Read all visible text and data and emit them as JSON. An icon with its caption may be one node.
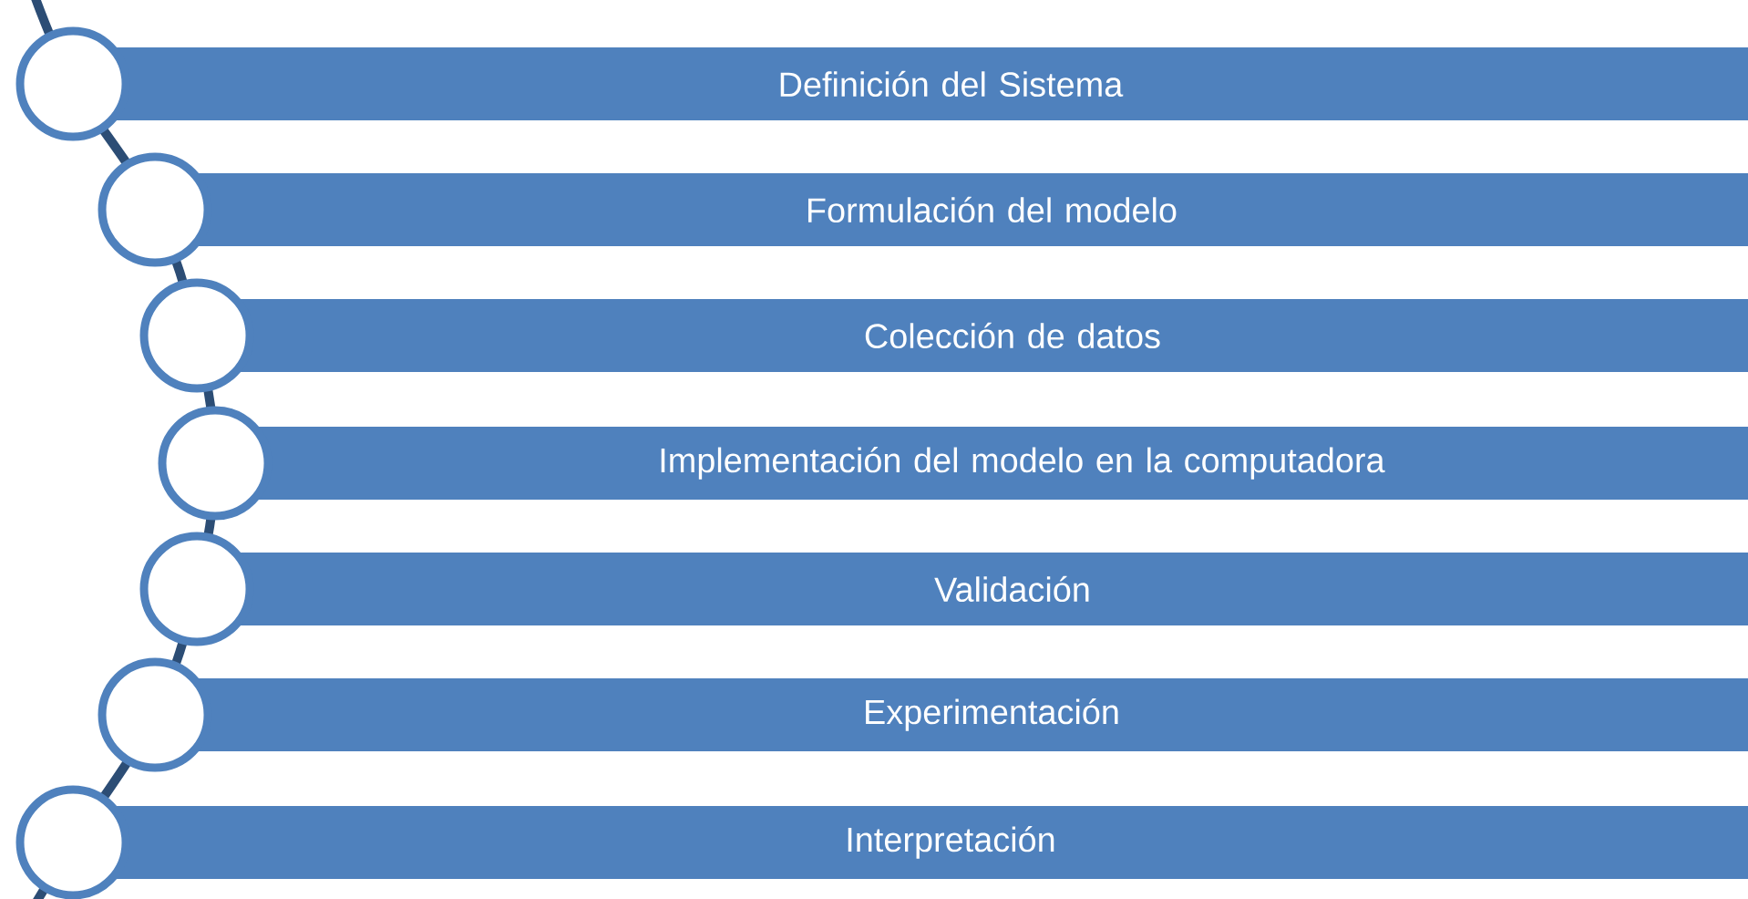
{
  "diagram": {
    "nodes": [
      {
        "text": [
          "Definición del Sistema"
        ]
      },
      {
        "text": [
          "Formulación del modelo"
        ]
      },
      {
        "text": [
          "Colección de datos"
        ]
      },
      {
        "text": [
          "Implementación del modelo en la computadora"
        ]
      },
      {
        "text": [
          "Validación"
        ]
      },
      {
        "text": [
          "Experimentación"
        ]
      },
      {
        "text": [
          "Interpretación"
        ]
      }
    ]
  }
}
